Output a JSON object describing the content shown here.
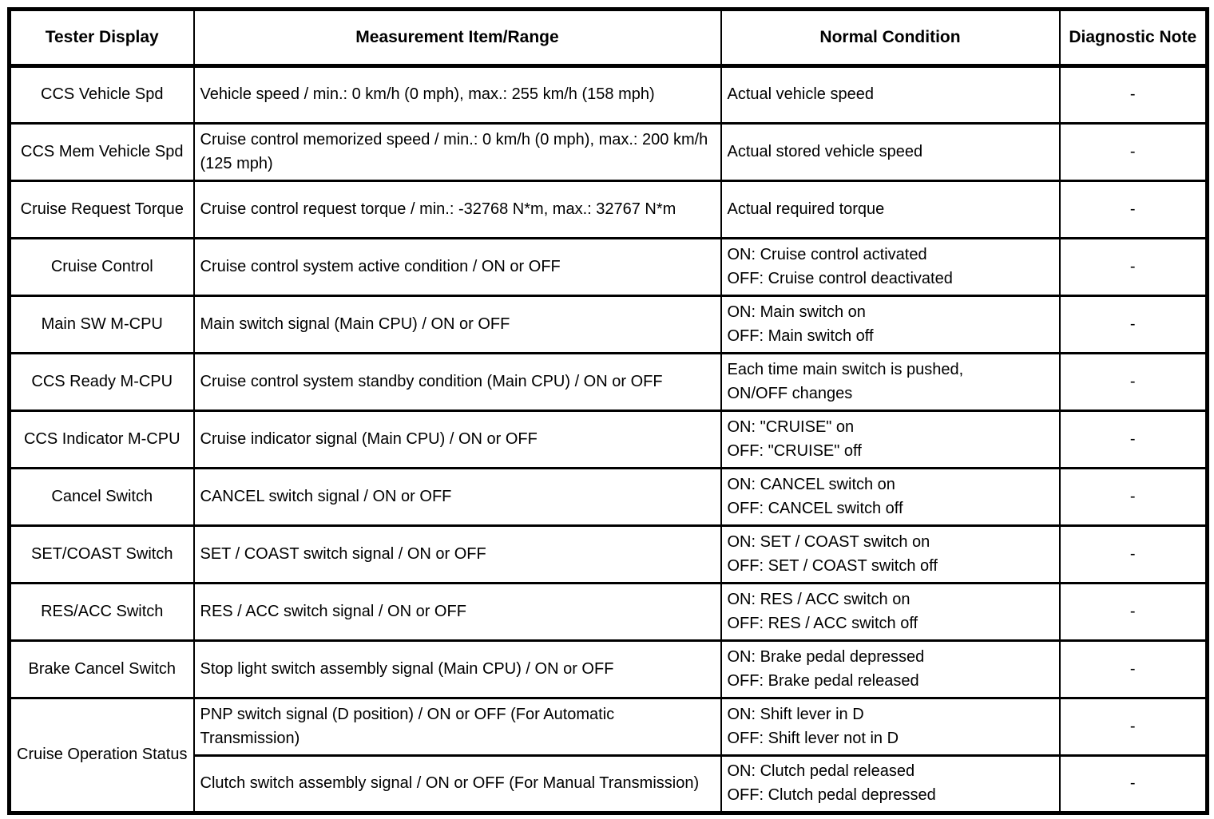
{
  "table": {
    "headers": {
      "tester_display": "Tester Display",
      "measurement": "Measurement Item/Range",
      "normal_condition": "Normal Condition",
      "note": "Diagnostic Note"
    },
    "rows": [
      {
        "tester_display": "CCS Vehicle Spd",
        "measurement": "Vehicle speed / min.: 0 km/h (0 mph), max.: 255 km/h (158 mph)",
        "normal_condition": "Actual vehicle speed",
        "note": "-"
      },
      {
        "tester_display": "CCS Mem Vehicle Spd",
        "measurement": "Cruise control memorized speed / min.: 0 km/h (0 mph), max.: 200 km/h (125 mph)",
        "normal_condition": "Actual stored vehicle speed",
        "note": "-"
      },
      {
        "tester_display": "Cruise Request Torque",
        "measurement": "Cruise control request torque / min.: -32768 N*m, max.: 32767 N*m",
        "normal_condition": "Actual required torque",
        "note": "-"
      },
      {
        "tester_display": "Cruise Control",
        "measurement": "Cruise control system active condition / ON or OFF",
        "normal_condition": "ON: Cruise control activated\nOFF: Cruise control deactivated",
        "note": "-"
      },
      {
        "tester_display": "Main SW M-CPU",
        "measurement": "Main switch signal (Main CPU) / ON or OFF",
        "normal_condition": "ON: Main switch on\nOFF: Main switch off",
        "note": "-"
      },
      {
        "tester_display": "CCS Ready M-CPU",
        "measurement": "Cruise control system standby condition (Main CPU) / ON or OFF",
        "normal_condition": "Each time main switch is pushed,\nON/OFF changes",
        "note": "-"
      },
      {
        "tester_display": "CCS Indicator M-CPU",
        "measurement": "Cruise indicator signal (Main CPU) / ON or OFF",
        "normal_condition": "ON: \"CRUISE\" on\nOFF: \"CRUISE\" off",
        "note": "-"
      },
      {
        "tester_display": "Cancel Switch",
        "measurement": "CANCEL switch signal / ON or OFF",
        "normal_condition": "ON: CANCEL switch on\nOFF: CANCEL switch off",
        "note": "-"
      },
      {
        "tester_display": "SET/COAST Switch",
        "measurement": "SET / COAST switch signal / ON or OFF",
        "normal_condition": "ON: SET / COAST switch on\nOFF: SET / COAST switch off",
        "note": "-"
      },
      {
        "tester_display": "RES/ACC Switch",
        "measurement": "RES / ACC switch signal / ON or OFF",
        "normal_condition": "ON: RES / ACC switch on\nOFF: RES / ACC switch off",
        "note": "-"
      },
      {
        "tester_display": "Brake Cancel Switch",
        "measurement": "Stop light switch assembly signal (Main CPU) / ON or OFF",
        "normal_condition": "ON: Brake pedal depressed\nOFF: Brake pedal released",
        "note": "-"
      },
      {
        "tester_display": "Cruise Operation Status",
        "sub_rows": [
          {
            "measurement": "PNP switch signal (D position) / ON or OFF (For Automatic Transmission)",
            "normal_condition": "ON: Shift lever in D\nOFF: Shift lever not in D",
            "note": "-"
          },
          {
            "measurement": "Clutch switch assembly signal / ON or OFF (For Manual Transmission)",
            "normal_condition": "ON: Clutch pedal released\nOFF: Clutch pedal depressed",
            "note": "-"
          }
        ]
      }
    ]
  }
}
